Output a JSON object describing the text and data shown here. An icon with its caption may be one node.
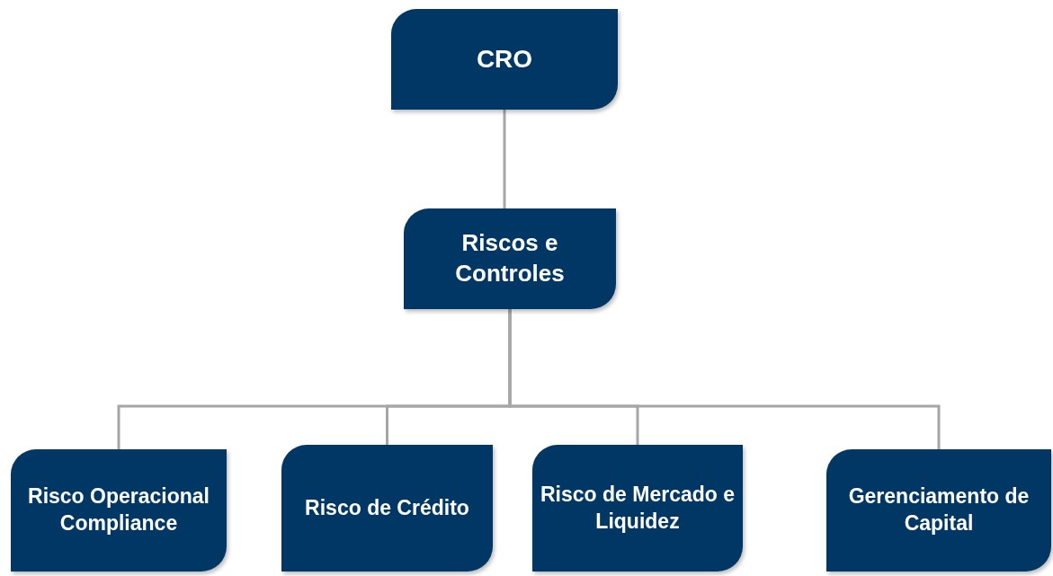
{
  "diagram": {
    "nodes": [
      {
        "text": [
          "CRO"
        ]
      },
      {
        "text": [
          "Riscos e Controles"
        ]
      },
      {
        "text": [
          "Risco Operacional Compliance"
        ]
      },
      {
        "text": [
          "Risco de Crédito"
        ]
      },
      {
        "text": [
          "Risco de Mercado e Liquidez"
        ]
      },
      {
        "text": [
          "Gerenciamento de Capital"
        ]
      }
    ],
    "edges": [
      {
        "from": 0,
        "to": 1,
        "arrow": "none"
      },
      {
        "from": 1,
        "to": 2,
        "arrow": "none"
      },
      {
        "from": 1,
        "to": 3,
        "arrow": "none"
      },
      {
        "from": 1,
        "to": 4,
        "arrow": "none"
      },
      {
        "from": 1,
        "to": 5,
        "arrow": "none"
      }
    ]
  }
}
